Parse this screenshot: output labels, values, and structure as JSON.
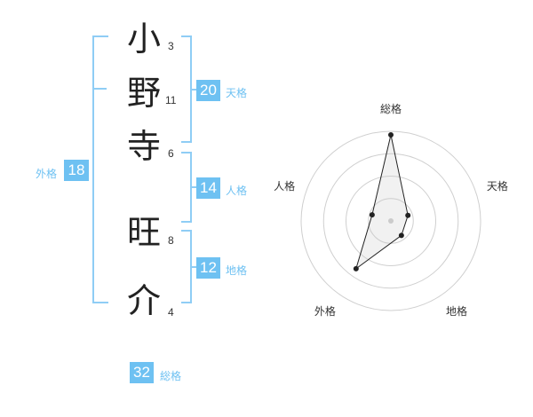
{
  "name": {
    "surname": [
      {
        "char": "小",
        "strokes": "3"
      },
      {
        "char": "野",
        "strokes": "11"
      },
      {
        "char": "寺",
        "strokes": "6"
      }
    ],
    "given": [
      {
        "char": "旺",
        "strokes": "8"
      },
      {
        "char": "介",
        "strokes": "4"
      }
    ]
  },
  "fortune": {
    "tenkaku": {
      "value": "20",
      "label": "天格"
    },
    "jinkaku": {
      "value": "14",
      "label": "人格"
    },
    "chikaku": {
      "value": "12",
      "label": "地格"
    },
    "gaikaku": {
      "value": "18",
      "label": "外格"
    },
    "soukaku": {
      "value": "32",
      "label": "総格"
    }
  },
  "radar": {
    "axes": [
      "総格",
      "天格",
      "地格",
      "外格",
      "人格"
    ],
    "levels": [
      4.8,
      1.0,
      1.0,
      3.3,
      1.1
    ],
    "max": 5
  },
  "colors": {
    "accent": "#6ec1f2",
    "bracket": "#8fcdf5"
  }
}
